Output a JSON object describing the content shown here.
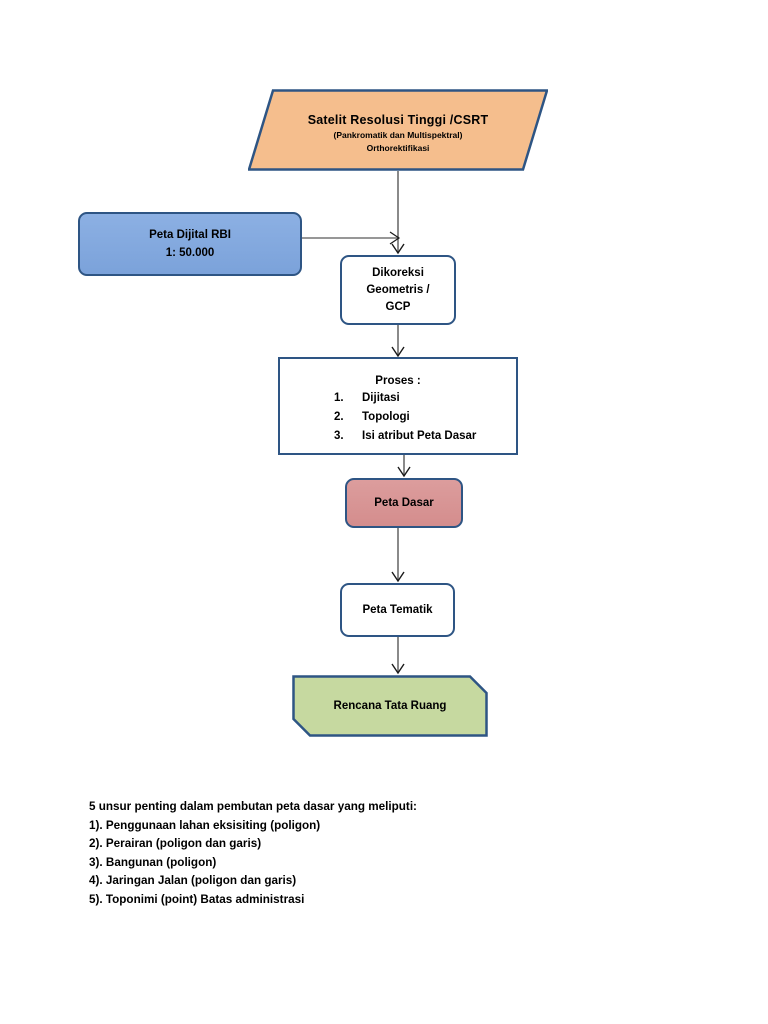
{
  "diagram": {
    "title_node": {
      "name": "satelit-resolusi-tinggi",
      "line1": "Satelit Resolusi Tinggi /CSRT",
      "line2": "(Pankromatik dan Multispektral)",
      "line3": "Orthorektifikasi",
      "fill": "#F5BE8D",
      "border": "#2E5584",
      "shape": "parallelogram"
    },
    "rbi_node": {
      "name": "peta-dijital-rbi",
      "line1": "Peta Dijital RBI",
      "line2": "1: 50.000",
      "fill": "#7FA6DE",
      "border": "#2E5584",
      "shape": "rounded-rect"
    },
    "gcp_node": {
      "name": "dikoreksi-geometris-gcp",
      "line1": "Dikoreksi",
      "line2": "Geometris /",
      "line3": "GCP",
      "fill": "#FFFFFF",
      "border": "#2E5584",
      "shape": "rounded-rect"
    },
    "proses_node": {
      "name": "proses",
      "title": "Proses :",
      "items": [
        {
          "num": "1.",
          "label": "Dijitasi"
        },
        {
          "num": "2.",
          "label": "Topologi"
        },
        {
          "num": "3.",
          "label": "Isi atribut Peta Dasar"
        }
      ],
      "fill": "#FFFFFF",
      "border": "#2E5584",
      "shape": "rect"
    },
    "peta_dasar_node": {
      "name": "peta-dasar",
      "label": "Peta Dasar",
      "fill": "#D99494",
      "border": "#2E5584",
      "shape": "rounded-rect"
    },
    "peta_tematik_node": {
      "name": "peta-tematik",
      "label": "Peta Tematik",
      "fill": "#FFFFFF",
      "border": "#2E5584",
      "shape": "rounded-rect"
    },
    "rencana_node": {
      "name": "rencana-tata-ruang",
      "label": "Rencana Tata Ruang",
      "fill": "#C6D9A0",
      "border": "#2E5584",
      "shape": "hexagon"
    },
    "connector_color": "#595959"
  },
  "notes": {
    "heading": "5 unsur penting dalam pembutan peta dasar yang meliputi:",
    "lines": [
      "1). Penggunaan lahan eksisiting (poligon)",
      "2). Perairan (poligon dan garis)",
      "3). Bangunan (poligon)",
      "4). Jaringan Jalan (poligon dan garis)",
      "5). Toponimi (point) Batas administrasi"
    ]
  }
}
